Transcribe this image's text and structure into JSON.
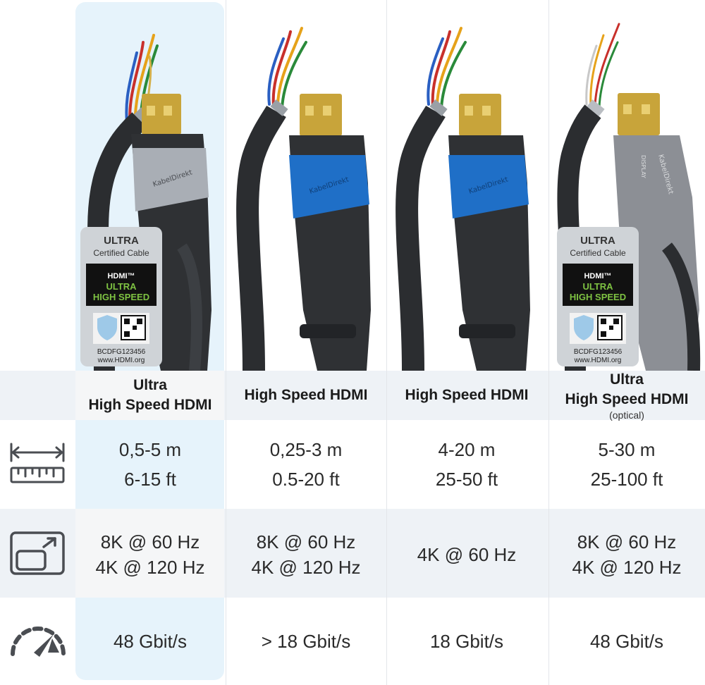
{
  "accent_color": "#e6f3fb",
  "brand_color": "#1f6fc7",
  "products": [
    {
      "connector_color": "#a9aeb5",
      "brand_text": "KabelDirekt",
      "badge": {
        "line1": "ULTRA",
        "line2": "Certified Cable",
        "logo": "HDMI™",
        "line3": "ULTRA",
        "line4": "HIGH SPEED",
        "code": "BCDFG123456",
        "site": "www.HDMI.org"
      },
      "type_line1": "Ultra",
      "type_line2": "High Speed HDMI",
      "type_sub": "",
      "length_m": "0,5-5 m",
      "length_ft": "6-15 ft",
      "res1": "8K @ 60 Hz",
      "res2": "4K @ 120 Hz",
      "speed": "48 Gbit/s"
    },
    {
      "connector_color": "#1f6fc7",
      "brand_text": "KabelDirekt",
      "type_line1": "",
      "type_line2": "High Speed HDMI",
      "type_sub": "",
      "length_m": "0,25-3 m",
      "length_ft": "0.5-20 ft",
      "res1": "8K @ 60 Hz",
      "res2": "4K @ 120 Hz",
      "speed": "> 18 Gbit/s"
    },
    {
      "connector_color": "#1f6fc7",
      "brand_text": "KabelDirekt",
      "type_line1": "",
      "type_line2": "High Speed HDMI",
      "type_sub": "",
      "length_m": "4-20 m",
      "length_ft": "25-50 ft",
      "res1": "4K @ 60 Hz",
      "res2": "",
      "speed": "18 Gbit/s"
    },
    {
      "connector_color": "#8c8f95",
      "brand_text": "KabelDirekt",
      "side_text": "DISPLAY",
      "badge": {
        "line1": "ULTRA",
        "line2": "Certified Cable",
        "logo": "HDMI™",
        "line3": "ULTRA",
        "line4": "HIGH SPEED",
        "code": "BCDFG123456",
        "site": "www.HDMI.org"
      },
      "type_line1": "Ultra",
      "type_line2": "High Speed HDMI",
      "type_sub": "(optical)",
      "length_m": "5-30 m",
      "length_ft": "25-100 ft",
      "res1": "8K @ 60 Hz",
      "res2": "4K @ 120 Hz",
      "speed": "48 Gbit/s"
    }
  ],
  "row_icons": [
    "ruler-length-icon",
    "resolution-screen-icon",
    "speedometer-icon"
  ]
}
